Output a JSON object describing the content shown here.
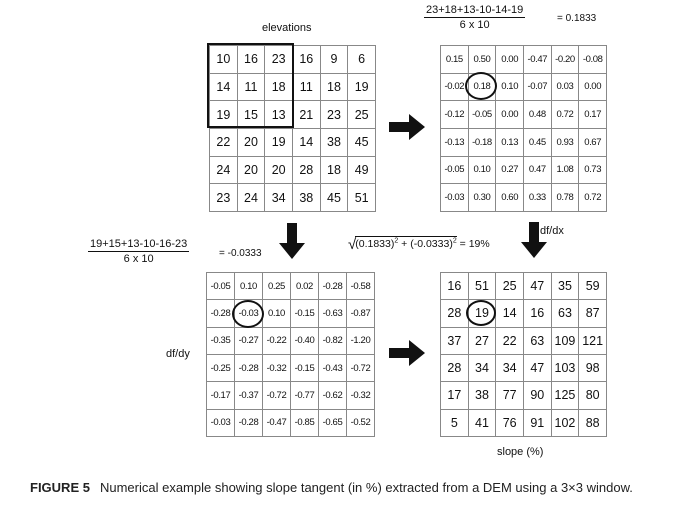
{
  "elevations": {
    "label": "elevations",
    "rows": [
      [
        "10",
        "16",
        "23",
        "16",
        "9",
        "6"
      ],
      [
        "14",
        "11",
        "18",
        "11",
        "18",
        "19"
      ],
      [
        "19",
        "15",
        "13",
        "21",
        "23",
        "25"
      ],
      [
        "22",
        "20",
        "19",
        "14",
        "38",
        "45"
      ],
      [
        "24",
        "20",
        "20",
        "28",
        "18",
        "49"
      ],
      [
        "23",
        "24",
        "34",
        "38",
        "45",
        "51"
      ]
    ]
  },
  "dfdx": {
    "label": "df/dx",
    "formula_numerator": "23+18+13-10-14-19",
    "formula_denominator": "6 x 10",
    "formula_result": "= 0.1833",
    "rows": [
      [
        "0.15",
        "0.50",
        "0.00",
        "-0.47",
        "-0.20",
        "-0.08"
      ],
      [
        "-0.02",
        "0.18",
        "0.10",
        "-0.07",
        "0.03",
        "0.00"
      ],
      [
        "-0.12",
        "-0.05",
        "0.00",
        "0.48",
        "0.72",
        "0.17"
      ],
      [
        "-0.13",
        "-0.18",
        "0.13",
        "0.45",
        "0.93",
        "0.67"
      ],
      [
        "-0.05",
        "0.10",
        "0.27",
        "0.47",
        "1.08",
        "0.73"
      ],
      [
        "-0.03",
        "0.30",
        "0.60",
        "0.33",
        "0.78",
        "0.72"
      ]
    ]
  },
  "dfdy": {
    "label": "df/dy",
    "formula_numerator": "19+15+13-10-16-23",
    "formula_denominator": "6 x 10",
    "formula_result": "= -0.0333",
    "rows": [
      [
        "-0.05",
        "0.10",
        "0.25",
        "0.02",
        "-0.28",
        "-0.58"
      ],
      [
        "-0.28",
        "-0.03",
        "0.10",
        "-0.15",
        "-0.63",
        "-0.87"
      ],
      [
        "-0.35",
        "-0.27",
        "-0.22",
        "-0.40",
        "-0.82",
        "-1.20"
      ],
      [
        "-0.25",
        "-0.28",
        "-0.32",
        "-0.15",
        "-0.43",
        "-0.72"
      ],
      [
        "-0.17",
        "-0.37",
        "-0.72",
        "-0.77",
        "-0.62",
        "-0.32"
      ],
      [
        "-0.03",
        "-0.28",
        "-0.47",
        "-0.85",
        "-0.65",
        "-0.52"
      ]
    ]
  },
  "slope": {
    "label": "slope (%)",
    "formula_a": "(0.1833)",
    "formula_b": " + (-0.0333)",
    "formula_exp": "2",
    "formula_result": "= 19%",
    "rows": [
      [
        "16",
        "51",
        "25",
        "47",
        "35",
        "59"
      ],
      [
        "28",
        "19",
        "14",
        "16",
        "63",
        "87"
      ],
      [
        "37",
        "27",
        "22",
        "63",
        "109",
        "121"
      ],
      [
        "28",
        "34",
        "34",
        "47",
        "103",
        "98"
      ],
      [
        "17",
        "38",
        "77",
        "90",
        "125",
        "80"
      ],
      [
        "5",
        "41",
        "76",
        "91",
        "102",
        "88"
      ]
    ]
  },
  "caption": {
    "figure": "FIGURE 5",
    "text": "Numerical example showing slope tangent (in %) extracted from a DEM using a 3×3 window."
  }
}
